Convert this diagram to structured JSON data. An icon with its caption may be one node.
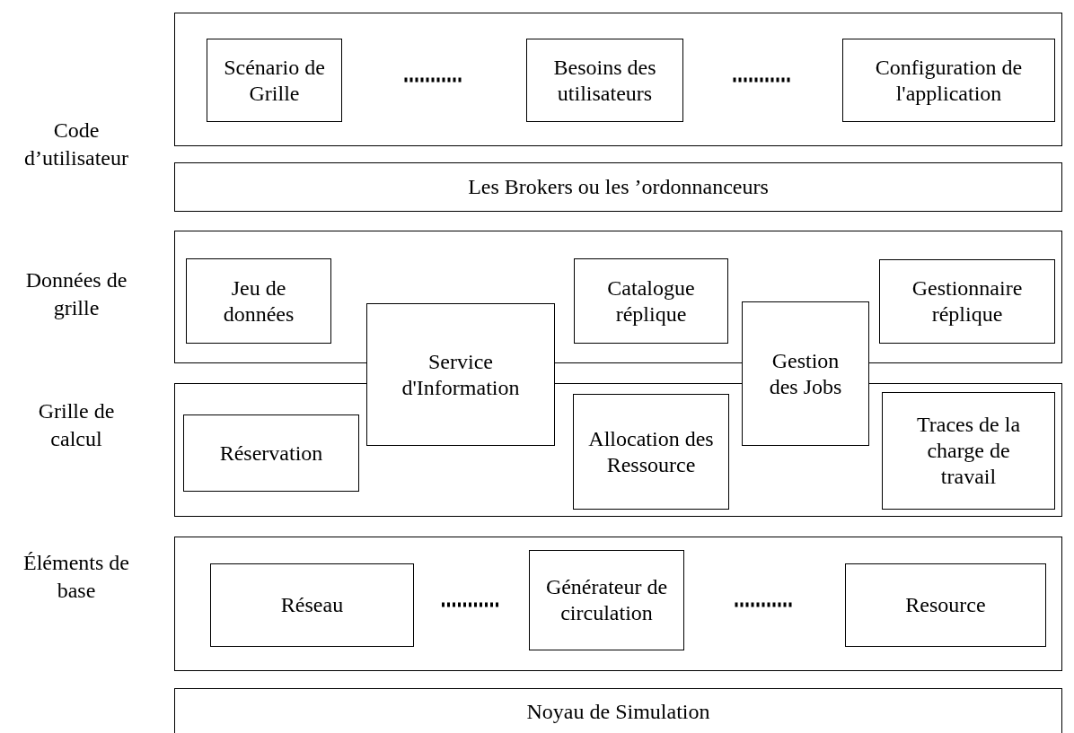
{
  "diagram": {
    "nodes": [
      {
        "text": [],
        "shape": "box"
      },
      {
        "text": [
          "Scénario de Grille"
        ],
        "in": 0
      },
      {
        "text": [
          "Besoins des utilisateurs"
        ],
        "in": 0
      },
      {
        "text": [
          "Configuration de l'application"
        ],
        "in": 0
      },
      {
        "text": [
          "Les Brokers ou les ’ordonnanceurs"
        ]
      },
      {
        "text": [],
        "shape": "box"
      },
      {
        "text": [
          "Jeu de données"
        ],
        "in": 5
      },
      {
        "text": [
          "Catalogue réplique"
        ],
        "in": 5
      },
      {
        "text": [
          "Gestionnaire réplique"
        ],
        "in": 5
      },
      {
        "text": [
          "Service d'Information"
        ]
      },
      {
        "text": [
          "Gestion des Jobs"
        ]
      },
      {
        "text": [],
        "shape": "box"
      },
      {
        "text": [
          "Réservation"
        ],
        "in": 11
      },
      {
        "text": [
          "Allocation des Ressource"
        ],
        "in": 11
      },
      {
        "text": [
          "Traces de la charge de travail"
        ],
        "in": 11
      },
      {
        "text": [],
        "shape": "box"
      },
      {
        "text": [
          "Réseau"
        ],
        "in": 15
      },
      {
        "text": [
          "Générateur de circulation"
        ],
        "in": 15
      },
      {
        "text": [
          "Resource"
        ],
        "in": 15
      },
      {
        "text": [
          "Noyau de Simulation"
        ]
      }
    ],
    "edges": [
      {
        "from": 1,
        "to": 2,
        "arrow": "none",
        "style": "dashed"
      },
      {
        "from": 2,
        "to": 3,
        "arrow": "none",
        "style": "dashed"
      },
      {
        "from": 16,
        "to": 17,
        "arrow": "none",
        "style": "dashed"
      },
      {
        "from": 17,
        "to": 18,
        "arrow": "none",
        "style": "dashed"
      }
    ],
    "labels": [
      "Code d’utilisateur",
      "Données de grille",
      "Grille de calcul",
      "Éléments de base"
    ]
  }
}
